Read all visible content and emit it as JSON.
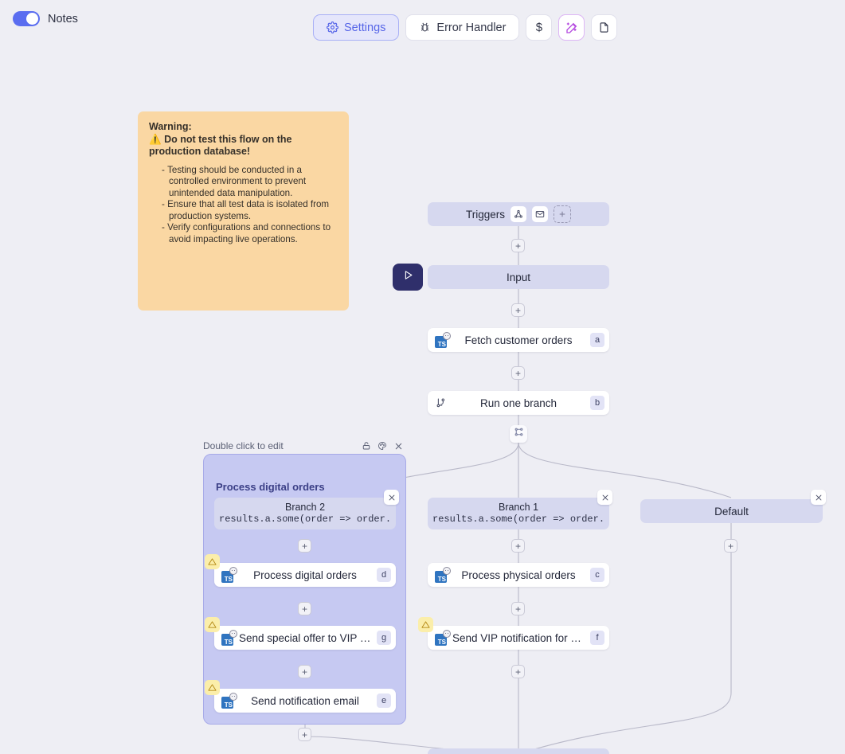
{
  "topbar": {
    "notes_toggle_label": "Notes",
    "notes_toggle_on": true,
    "buttons": [
      {
        "id": "settings",
        "label": "Settings",
        "icon": "gear-icon",
        "active": true
      },
      {
        "id": "error-handler",
        "label": "Error Handler",
        "icon": "bug-icon",
        "active": false
      },
      {
        "id": "cost",
        "label": "$",
        "icon": "dollar-icon",
        "active": false
      },
      {
        "id": "ai-assist",
        "label": "",
        "icon": "magic-wand-icon",
        "active": false
      },
      {
        "id": "docs",
        "label": "",
        "icon": "file-icon",
        "active": false
      }
    ]
  },
  "sticky_note": {
    "title": "Warning:",
    "headline": "Do not test this flow on the production database!",
    "headline_emoji": "⚠️",
    "bullets": [
      "Testing should be conducted in a controlled environment to prevent unintended data manipulation.",
      "Ensure that all test data is isolated from production systems.",
      "Verify configurations and connections to avoid impacting live operations."
    ],
    "background_color": "#fad7a3"
  },
  "flow": {
    "triggers": {
      "label": "Triggers",
      "chips": [
        "webhook-icon",
        "email-icon",
        "add-trigger-icon"
      ]
    },
    "input": {
      "label": "Input"
    },
    "run_button": {
      "icon": "play-icon",
      "color": "#2f2f6b"
    },
    "main_steps": [
      {
        "label": "Fetch customer orders",
        "key": "a",
        "icon": "typescript-icon",
        "warning": false
      },
      {
        "label": "Run one branch",
        "key": "b",
        "icon": "branch-icon",
        "warning": false
      }
    ],
    "branches": [
      {
        "id": "branch-2",
        "name": "Branch 2",
        "expression": "results.a.some(order => order.type",
        "in_group": true,
        "steps": [
          {
            "label": "Process digital orders",
            "key": "d",
            "icon": "typescript-icon",
            "warning": true
          },
          {
            "label": "Send special offer to VIP digital c...",
            "key": "g",
            "icon": "typescript-icon",
            "warning": true
          },
          {
            "label": "Send notification email",
            "key": "e",
            "icon": "typescript-icon",
            "warning": true
          }
        ]
      },
      {
        "id": "branch-1",
        "name": "Branch 1",
        "expression": "results.a.some(order => order.type",
        "in_group": false,
        "steps": [
          {
            "label": "Process physical orders",
            "key": "c",
            "icon": "typescript-icon",
            "warning": false
          },
          {
            "label": "Send VIP notification for physical...",
            "key": "f",
            "icon": "typescript-icon",
            "warning": true
          }
        ]
      },
      {
        "id": "default",
        "name": "Default",
        "expression": "",
        "in_group": false,
        "steps": []
      }
    ],
    "group": {
      "hint": "Double click to edit",
      "title": "Process digital orders",
      "header_icons": [
        "lock-icon",
        "palette-icon",
        "close-icon"
      ],
      "background_color": "#c6c9f2",
      "border_color": "#a7aae8"
    },
    "add_handle_label": "+"
  },
  "colors": {
    "canvas": "#eeeef4",
    "band": "#d6d8ef",
    "accent": "#5a6df0",
    "accent_soft": "#e5e6fb",
    "magic": "#b44ae0",
    "warning": "#fbeeaa"
  }
}
